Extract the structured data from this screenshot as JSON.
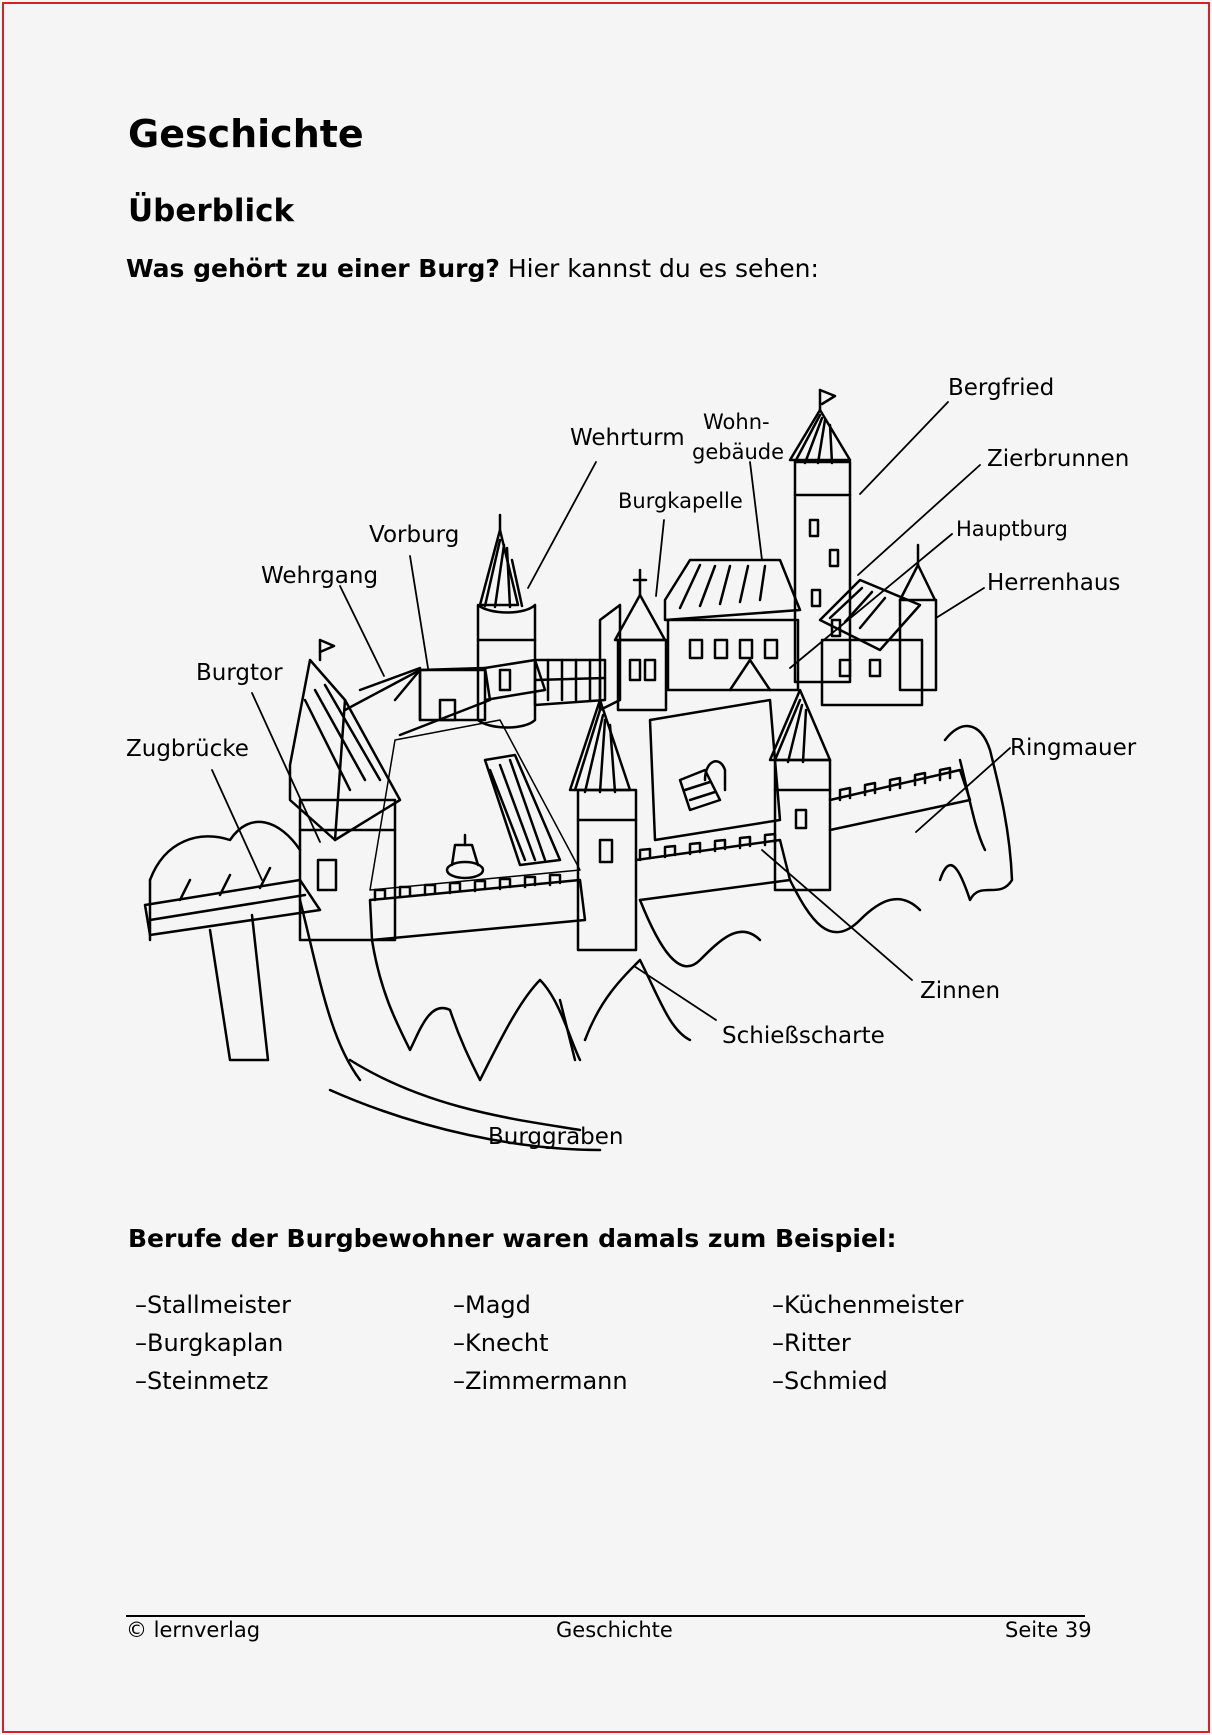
{
  "page": {
    "title": "Geschichte",
    "subtitle": "Überblick",
    "intro_bold": "Was gehört zu einer Burg?",
    "intro_rest": " Hier kannst du es sehen:"
  },
  "illustration": {
    "labels": {
      "bergfried": "Bergfried",
      "wohn_1": "Wohn-",
      "wohn_2": "gebäude",
      "wehrturm": "Wehrturm",
      "zierbrunnen": "Zierbrunnen",
      "burgkapelle": "Burgkapelle",
      "hauptburg": "Hauptburg",
      "vorburg": "Vorburg",
      "herrenhaus": "Herrenhaus",
      "wehrgang": "Wehrgang",
      "burgtor": "Burgtor",
      "zugbruecke": "Zugbrücke",
      "ringmauer": "Ringmauer",
      "zinnen": "Zinnen",
      "schiessscharte": "Schießscharte",
      "burggraben": "Burggraben"
    }
  },
  "jobs": {
    "heading": "Berufe der Burgbewohner waren damals zum Beispiel:",
    "col1": [
      "–Stallmeister",
      "–Burgkaplan",
      "–Steinmetz"
    ],
    "col2": [
      "–Magd",
      "–Knecht",
      "–Zimmermann"
    ],
    "col3": [
      "–Küchenmeister",
      "–Ritter",
      "–Schmied"
    ]
  },
  "footer": {
    "left": "© lernverlag",
    "center": "Geschichte",
    "right": "Seite 39"
  }
}
